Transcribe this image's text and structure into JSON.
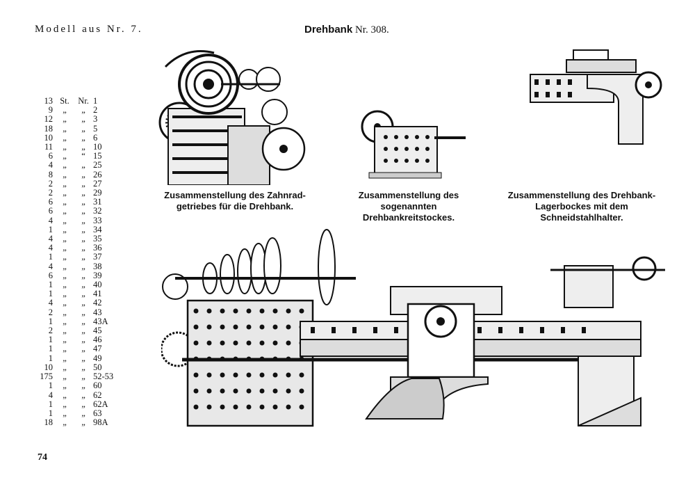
{
  "header": {
    "left": "Modell aus Nr. 7.",
    "title_bold": "Drehbank",
    "title_rest": "Nr. 308."
  },
  "parts_list": {
    "col_headers": {
      "qty": "13",
      "st": "St.",
      "nr": "Nr.",
      "num": "1"
    },
    "rows": [
      {
        "qty": "9",
        "st": "„",
        "nr": "„",
        "num": "2"
      },
      {
        "qty": "12",
        "st": "„",
        "nr": "„",
        "num": "3"
      },
      {
        "qty": "18",
        "st": "„",
        "nr": "„",
        "num": "5"
      },
      {
        "qty": "10",
        "st": "„",
        "nr": "„",
        "num": "6"
      },
      {
        "qty": "11",
        "st": "„",
        "nr": "„",
        "num": "10"
      },
      {
        "qty": "6",
        "st": "„",
        "nr": "“",
        "num": "15"
      },
      {
        "qty": "4",
        "st": "„",
        "nr": "„",
        "num": "25"
      },
      {
        "qty": "8",
        "st": "„",
        "nr": "„",
        "num": "26"
      },
      {
        "qty": "2",
        "st": "„",
        "nr": "„",
        "num": "27"
      },
      {
        "qty": "2",
        "st": "„",
        "nr": "„",
        "num": "29"
      },
      {
        "qty": "6",
        "st": "„",
        "nr": "„",
        "num": "31"
      },
      {
        "qty": "6",
        "st": "„",
        "nr": "„",
        "num": "32"
      },
      {
        "qty": "4",
        "st": "„",
        "nr": "„",
        "num": "33"
      },
      {
        "qty": "1",
        "st": "„",
        "nr": "„",
        "num": "34"
      },
      {
        "qty": "4",
        "st": "„",
        "nr": "„",
        "num": "35"
      },
      {
        "qty": "4",
        "st": "„",
        "nr": "„",
        "num": "36"
      },
      {
        "qty": "1",
        "st": "„",
        "nr": "„",
        "num": "37"
      },
      {
        "qty": "4",
        "st": "„",
        "nr": "„",
        "num": "38"
      },
      {
        "qty": "6",
        "st": "„",
        "nr": "„",
        "num": "39"
      },
      {
        "qty": "1",
        "st": "„",
        "nr": "„",
        "num": "40"
      },
      {
        "qty": "1",
        "st": "„",
        "nr": "„",
        "num": "41"
      },
      {
        "qty": "4",
        "st": "„",
        "nr": "„",
        "num": "42"
      },
      {
        "qty": "2",
        "st": "„",
        "nr": "„",
        "num": "43"
      },
      {
        "qty": "1",
        "st": "„",
        "nr": "„",
        "num": "43A"
      },
      {
        "qty": "2",
        "st": "„",
        "nr": "„",
        "num": "45"
      },
      {
        "qty": "1",
        "st": "„",
        "nr": "„",
        "num": "46"
      },
      {
        "qty": "1",
        "st": "„",
        "nr": "„",
        "num": "47"
      },
      {
        "qty": "1",
        "st": "„",
        "nr": "„",
        "num": "49"
      },
      {
        "qty": "10",
        "st": "„",
        "nr": "„",
        "num": "50"
      },
      {
        "qty": "175",
        "st": "„",
        "nr": "„",
        "num": "52-53"
      },
      {
        "qty": "1",
        "st": "„",
        "nr": "„",
        "num": "60"
      },
      {
        "qty": "4",
        "st": "„",
        "nr": "„",
        "num": "62"
      },
      {
        "qty": "1",
        "st": "„",
        "nr": "„",
        "num": "62A"
      },
      {
        "qty": "1",
        "st": "„",
        "nr": "„",
        "num": "63"
      },
      {
        "qty": "18",
        "st": "„",
        "nr": "„",
        "num": "98A"
      }
    ]
  },
  "captions": {
    "gear": [
      "Zusammenstellung des Zahnrad-",
      "getriebes für die Drehbank."
    ],
    "tailstock": [
      "Zusammenstellung des",
      "sogenannten Drehbankreitstockes."
    ],
    "bearing": [
      "Zusammenstellung des Drehbank-",
      "Lagerbockes mit dem",
      "Schneidstahlhalter."
    ]
  },
  "page_number": "74"
}
